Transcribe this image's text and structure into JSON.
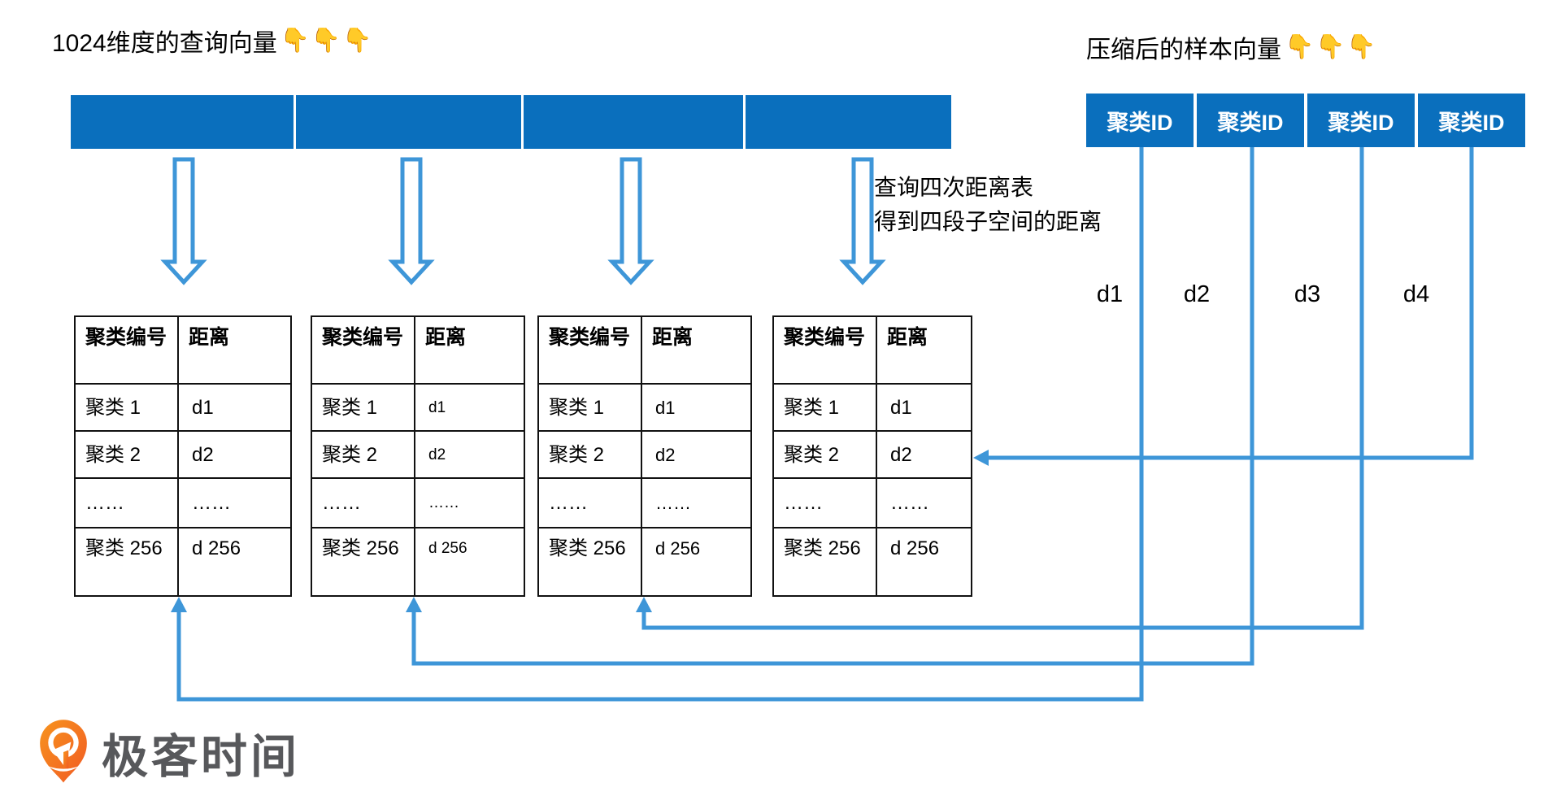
{
  "header": {
    "left_title": "1024维度的查询向量",
    "left_title_emojis": "👇👇👇",
    "right_title": "压缩后的样本向量",
    "right_title_emojis": "👇👇👇"
  },
  "query_vector": {
    "segment_count": 4
  },
  "compressed_vector": {
    "cells": [
      "聚类ID",
      "聚类ID",
      "聚类ID",
      "聚类ID"
    ]
  },
  "annotation": {
    "line1": "查询四次距离表",
    "line2": "得到四段子空间的距离"
  },
  "distance_labels": [
    "d1",
    "d2",
    "d3",
    "d4"
  ],
  "distance_table": {
    "headers": [
      "聚类编号",
      "距离"
    ],
    "rows": [
      [
        "聚类 1",
        "d1"
      ],
      [
        "聚类 2",
        "d2"
      ],
      [
        "……",
        "……"
      ],
      [
        "聚类 256",
        "d 256"
      ]
    ]
  },
  "logo": {
    "text": "极客时间"
  },
  "colors": {
    "primary_blue": "#0a6fbd",
    "connector_blue": "#3e96d8",
    "logo_orange": "#f15a24",
    "logo_text_gray": "#57585b"
  }
}
